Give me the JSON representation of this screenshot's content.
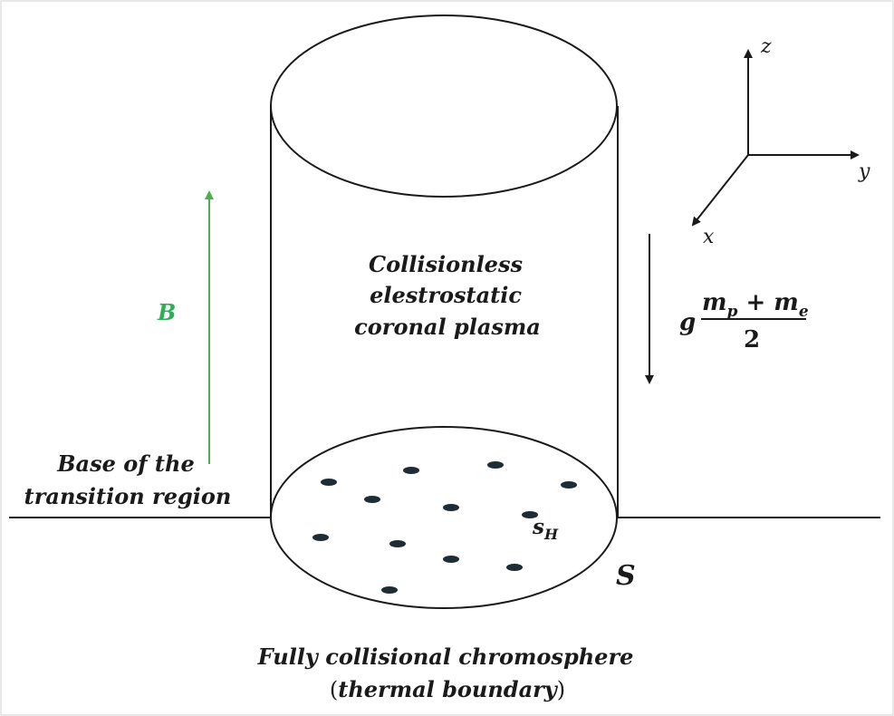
{
  "plasma_label": {
    "line1": "Collisionless",
    "line2": "elestrostatic",
    "line3": "coronal plasma"
  },
  "field_label": "B",
  "base_label": {
    "line1": "Base of the",
    "line2": "transition region"
  },
  "gravity_label": {
    "g": "g",
    "numerator_m1": "m",
    "numerator_sub1": "p",
    "numerator_plus": " + ",
    "numerator_m2": "m",
    "numerator_sub2": "e",
    "denominator": "2"
  },
  "axes": {
    "z": "z",
    "y": "y",
    "x": "x"
  },
  "surface_label": "S",
  "spot_label": {
    "s": "s",
    "sub": "H"
  },
  "chromosphere_label": {
    "line1": "Fully collisional chromosphere",
    "paren_open": "(",
    "line2": "thermal boundary",
    "paren_close": ")"
  },
  "colors": {
    "field_arrow": "#4caf50",
    "field_label": "#2fae5a",
    "spots": "#1e2d35",
    "ink": "#1a1a1a"
  }
}
